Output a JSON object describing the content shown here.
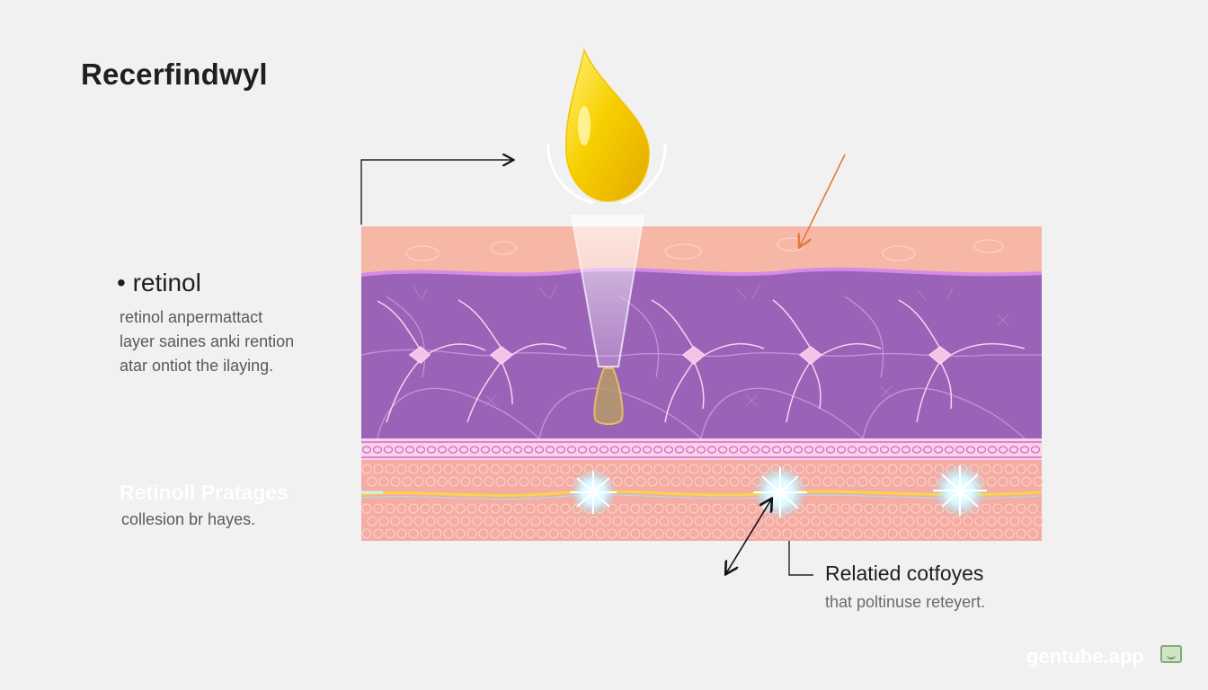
{
  "title": "Recerfindwyl",
  "section_retinol": {
    "heading": "• retinol",
    "body": "retinol anpermattact\nlayer saines anki rention\natar ontiot the ilaying."
  },
  "section_ghost": {
    "heading": "Retinoll Pratages",
    "body": "collesion br hayes."
  },
  "section_related": {
    "heading": "Relatied cotfoyes",
    "body": "that poltinuse reteyert."
  },
  "watermark": {
    "text": "gentube.app",
    "icon": "robot-face-icon"
  },
  "colors": {
    "background": "#f2f1f2",
    "epidermis": "#f6b7a6",
    "dermis": "#9b63b8",
    "dermis_line": "#c389d6",
    "lower_layer": "#f4aca3",
    "retinol_drop": "#f5c800",
    "accent_arrow": "#e07a3a",
    "spark": "#e8fbff"
  }
}
